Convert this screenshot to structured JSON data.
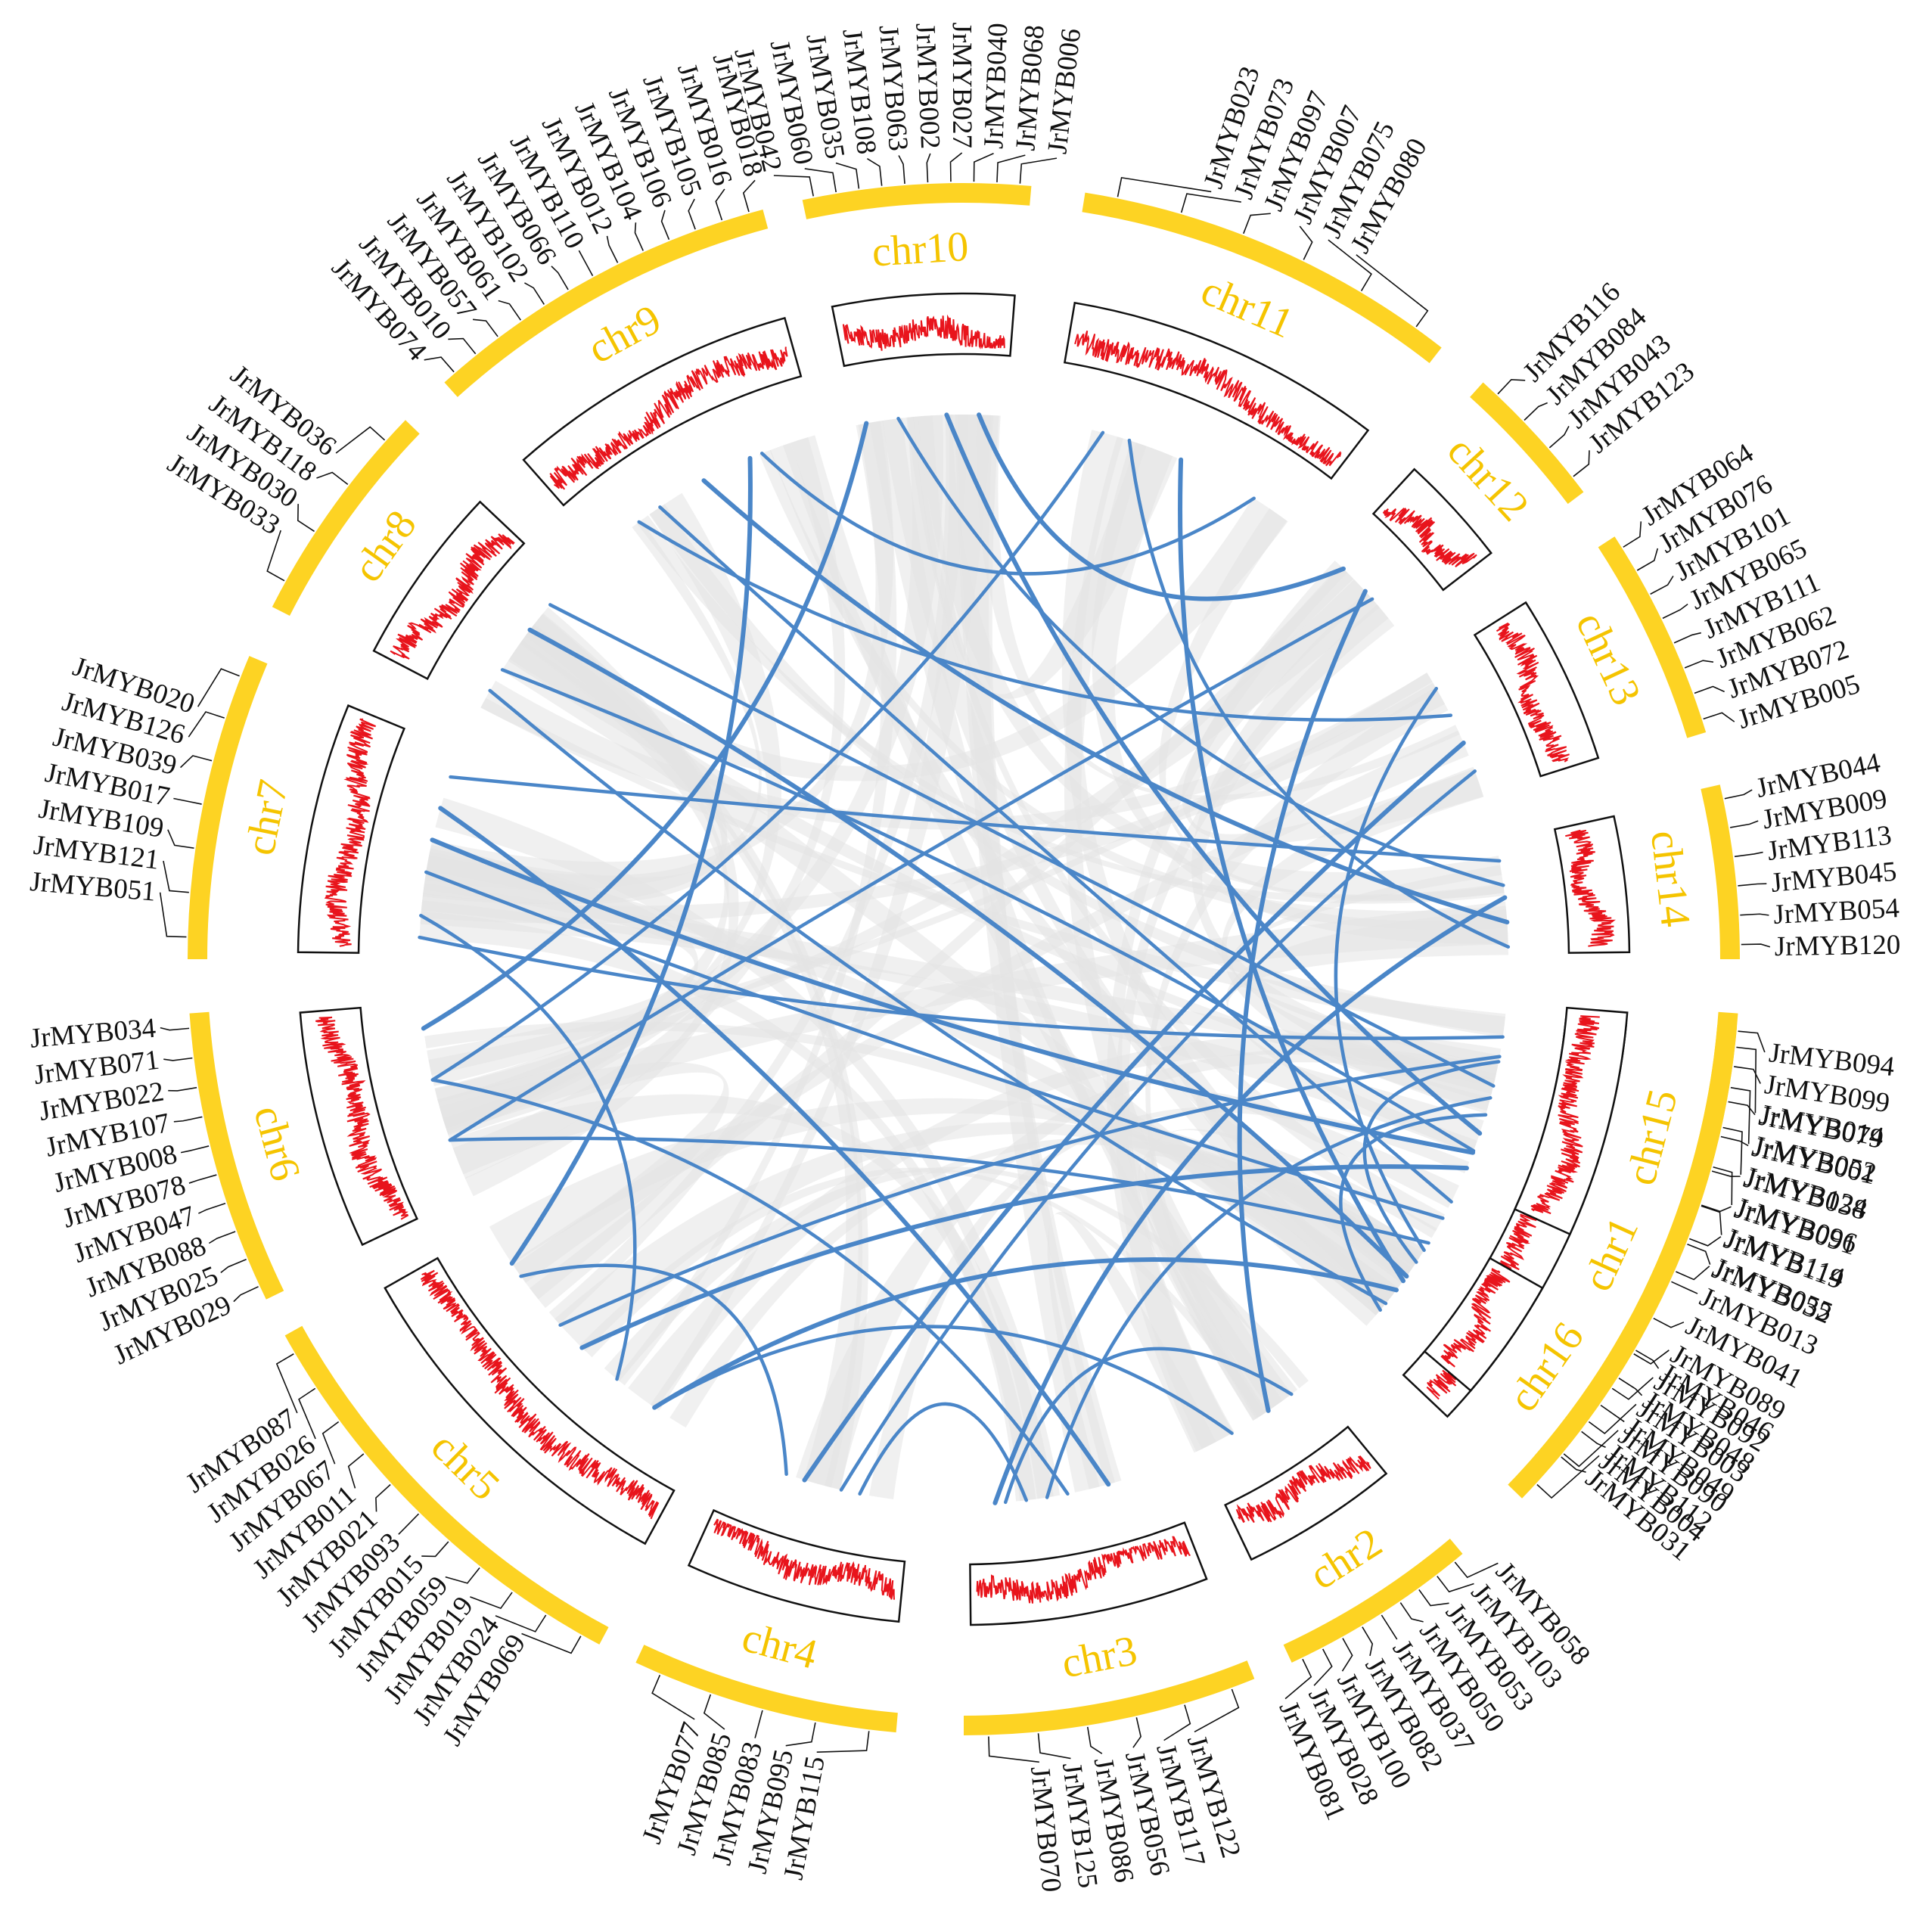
{
  "colors": {
    "chromosome": "#FDD323",
    "chromosome_label": "#F5C400",
    "density_track": "#E8141C",
    "track_frame": "#111111",
    "synteny_background": "#E4E4E4",
    "segmental_duplication": "#4A86C8",
    "gene_label": "#111111"
  },
  "chromosomes": [
    {
      "name": "chr1",
      "genes": [
        "JrMYB014",
        "JrMYB052",
        "JrMYB124",
        "JrMYB096",
        "JrMYB114",
        "JrMYB055",
        "JrMYB013",
        "JrMYB041",
        "JrMYB089",
        "JrMYB092",
        "JrMYB003",
        "JrMYB090",
        "JrMYB004"
      ]
    },
    {
      "name": "chr2",
      "genes": [
        "JrMYB058",
        "JrMYB103",
        "JrMYB053",
        "JrMYB050",
        "JrMYB037",
        "JrMYB082",
        "JrMYB100",
        "JrMYB028",
        "JrMYB081"
      ]
    },
    {
      "name": "chr3",
      "genes": [
        "JrMYB122",
        "JrMYB117",
        "JrMYB056",
        "JrMYB086",
        "JrMYB125",
        "JrMYB070"
      ]
    },
    {
      "name": "chr4",
      "genes": [
        "JrMYB115",
        "JrMYB095",
        "JrMYB083",
        "JrMYB085",
        "JrMYB077"
      ]
    },
    {
      "name": "chr5",
      "genes": [
        "JrMYB069",
        "JrMYB024",
        "JrMYB019",
        "JrMYB059",
        "JrMYB015",
        "JrMYB093",
        "JrMYB021",
        "JrMYB011",
        "JrMYB067",
        "JrMYB026",
        "JrMYB087"
      ]
    },
    {
      "name": "chr6",
      "genes": [
        "JrMYB029",
        "JrMYB025",
        "JrMYB088",
        "JrMYB047",
        "JrMYB078",
        "JrMYB008",
        "JrMYB107",
        "JrMYB022",
        "JrMYB071",
        "JrMYB034"
      ]
    },
    {
      "name": "chr7",
      "genes": [
        "JrMYB051",
        "JrMYB121",
        "JrMYB109",
        "JrMYB017",
        "JrMYB039",
        "JrMYB126",
        "JrMYB020"
      ]
    },
    {
      "name": "chr8",
      "genes": [
        "JrMYB033",
        "JrMYB030",
        "JrMYB118",
        "JrMYB036"
      ]
    },
    {
      "name": "chr9",
      "genes": [
        "JrMYB074",
        "JrMYB010",
        "JrMYB057",
        "JrMYB061",
        "JrMYB102",
        "JrMYB066",
        "JrMYB110",
        "JrMYB012",
        "JrMYB104",
        "JrMYB106",
        "JrMYB105",
        "JrMYB016",
        "JrMYB018"
      ]
    },
    {
      "name": "chr10",
      "genes": [
        "JrMYB042",
        "JrMYB060",
        "JrMYB035",
        "JrMYB108",
        "JrMYB063",
        "JrMYB002",
        "JrMYB027",
        "JrMYB040",
        "JrMYB068",
        "JrMYB006"
      ]
    },
    {
      "name": "chr11",
      "genes": [
        "JrMYB023",
        "JrMYB073",
        "JrMYB097",
        "JrMYB007",
        "JrMYB075",
        "JrMYB080"
      ]
    },
    {
      "name": "chr12",
      "genes": [
        "JrMYB116",
        "JrMYB084",
        "JrMYB043",
        "JrMYB123"
      ]
    },
    {
      "name": "chr13",
      "genes": [
        "JrMYB064",
        "JrMYB076",
        "JrMYB101",
        "JrMYB065",
        "JrMYB111",
        "JrMYB062",
        "JrMYB072",
        "JrMYB005"
      ]
    },
    {
      "name": "chr14",
      "genes": [
        "JrMYB044",
        "JrMYB009",
        "JrMYB113",
        "JrMYB045",
        "JrMYB054",
        "JrMYB120"
      ]
    },
    {
      "name": "chr15",
      "genes": [
        "JrMYB094",
        "JrMYB099",
        "JrMYB079",
        "JrMYB001",
        "JrMYB038",
        "JrMYB091",
        "JrMYB119",
        "JrMYB032"
      ]
    },
    {
      "name": "chr16",
      "genes": [
        "JrMYB046",
        "JrMYB048",
        "JrMYB049",
        "JrMYB112",
        "JrMYB031"
      ]
    }
  ]
}
